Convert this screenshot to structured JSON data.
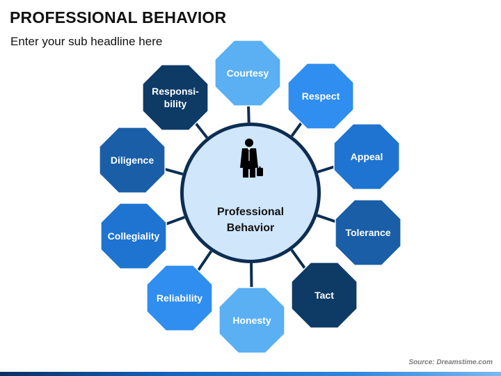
{
  "title": "PROFESSIONAL BEHAVIOR",
  "subtitle": "Enter your sub headline here",
  "source": "Source: Dreamstime.com",
  "center": {
    "lines": [
      "Professional",
      "Behavior"
    ],
    "icon": "businessman-icon",
    "fill": "#cfe6fb",
    "ring": "#0d2d52"
  },
  "nodes": [
    {
      "id": "courtesy",
      "lines": [
        "Courtesy"
      ],
      "color": "#5ab0f2"
    },
    {
      "id": "respect",
      "lines": [
        "Respect"
      ],
      "color": "#2f8ef0"
    },
    {
      "id": "appeal",
      "lines": [
        "Appeal"
      ],
      "color": "#1e74d0"
    },
    {
      "id": "tolerance",
      "lines": [
        "Tolerance"
      ],
      "color": "#1a5ea8"
    },
    {
      "id": "tact",
      "lines": [
        "Tact"
      ],
      "color": "#0e3a66"
    },
    {
      "id": "honesty",
      "lines": [
        "Honesty"
      ],
      "color": "#5ab0f2"
    },
    {
      "id": "reliability",
      "lines": [
        "Reliability"
      ],
      "color": "#2f8ef0"
    },
    {
      "id": "collegiality",
      "lines": [
        "Collegiality"
      ],
      "color": "#1e74d0"
    },
    {
      "id": "diligence",
      "lines": [
        "Diligence"
      ],
      "color": "#1a5ea8"
    },
    {
      "id": "responsibility",
      "lines": [
        "Responsi-",
        "bility"
      ],
      "color": "#0e3a66"
    }
  ],
  "colors": {
    "connector": "#0d2d52",
    "title": "#111111"
  }
}
